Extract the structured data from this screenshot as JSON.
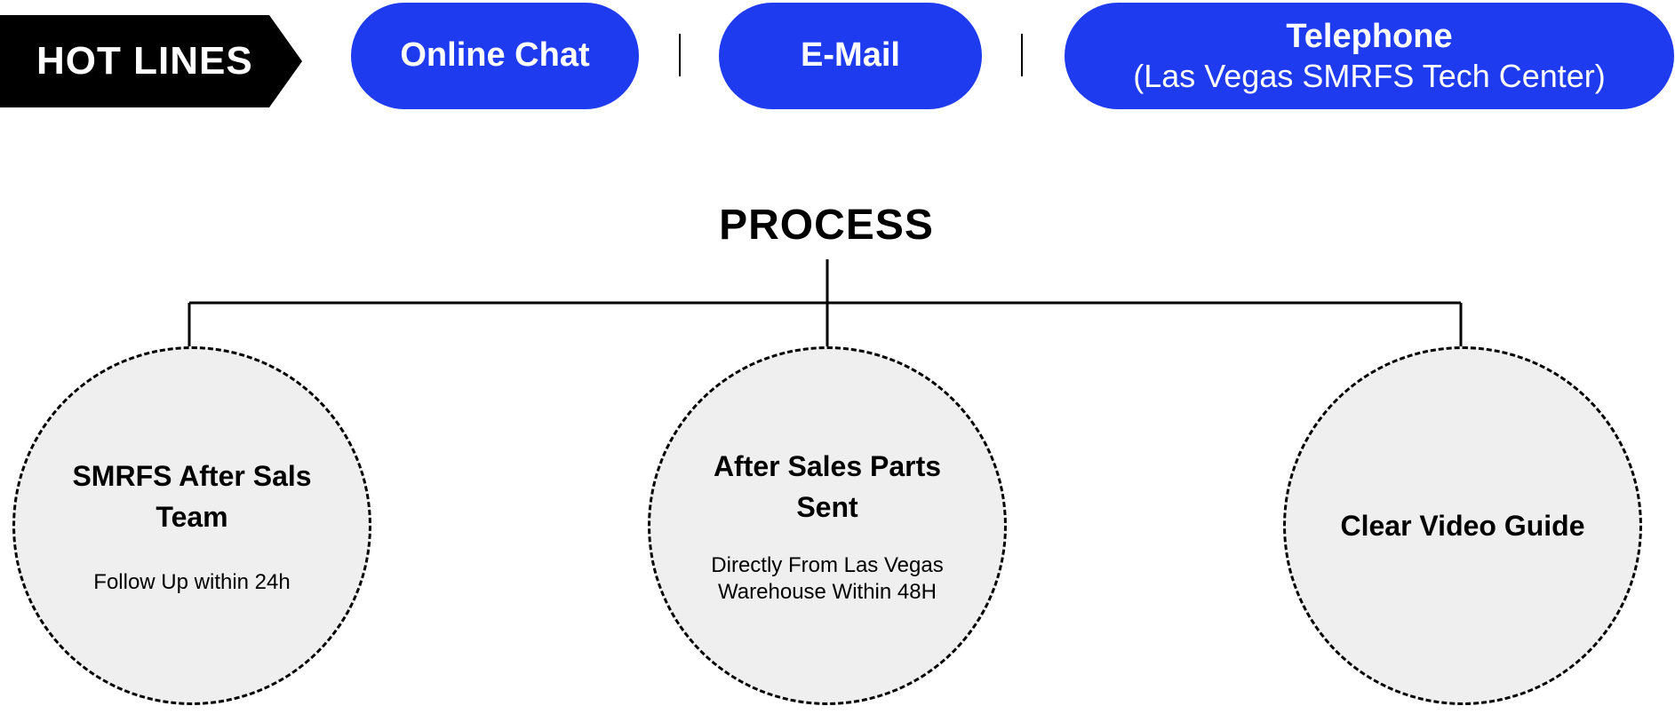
{
  "hotlines": {
    "label": "HOT LINES"
  },
  "channels": {
    "online_chat": "Online Chat",
    "email": "E-Mail",
    "telephone": {
      "title": "Telephone",
      "subtitle": "(Las Vegas SMRFS Tech Center)"
    }
  },
  "process": {
    "title": "PROCESS",
    "steps": [
      {
        "title": "SMRFS After Sals Team",
        "description": "Follow Up within 24h"
      },
      {
        "title": "After Sales Parts Sent",
        "description": "Directly  From Las Vegas Warehouse Within 48H"
      },
      {
        "title": "Clear Video Guide",
        "description": ""
      }
    ]
  },
  "colors": {
    "accent": "#1f3bf0",
    "label_bg": "#000000",
    "circle_fill": "#efefef"
  }
}
